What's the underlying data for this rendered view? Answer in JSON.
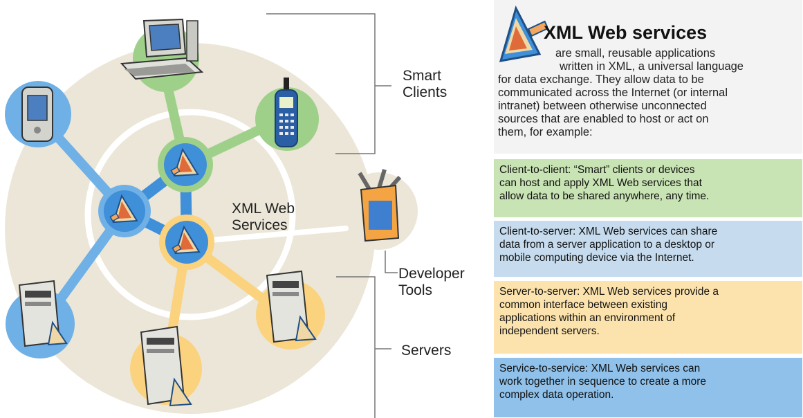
{
  "diagram": {
    "center_label_line1": "XML Web",
    "center_label_line2": "Services",
    "smart_clients_line1": "Smart",
    "smart_clients_line2": "Clients",
    "developer_tools_line1": "Developer",
    "developer_tools_line2": "Tools",
    "servers": "Servers",
    "colors": {
      "outer_ring": "#ebe6d7",
      "client_green": "#9fd08a",
      "client_blue": "#6fb0e6",
      "server_yellow": "#fbd27e",
      "hub_blue": "#3f8fd9"
    },
    "icons": [
      "desktop-computer-icon",
      "pda-icon",
      "mobile-phone-icon",
      "developer-tools-box-icon",
      "server-tower-icon",
      "xml-web-service-icon"
    ]
  },
  "panel": {
    "title": "XML Web services",
    "intro_lines": [
      "are small, reusable applications",
      "written in XML, a universal language",
      "for data exchange. They allow data to be",
      "communicated across the Internet (or internal",
      "intranet) between otherwise unconnected",
      "sources that are enabled to host or act on",
      "them, for example:"
    ],
    "client_to_client": [
      "Client-to-client:  “Smart” clients or devices",
      "can host and apply XML Web services that",
      "allow data to be shared anywhere, any time."
    ],
    "client_to_server": [
      "Client-to-server:  XML Web services can share",
      "data from a server application to a desktop or",
      "mobile computing device via the Internet."
    ],
    "server_to_server": [
      "Server-to-server:  XML Web services provide a",
      "common interface between existing",
      "applications within an environment of",
      "independent servers."
    ],
    "service_to_service": [
      "Service-to-service: XML Web services can",
      "work together in sequence to create a more",
      "complex data operation."
    ],
    "box_colors": {
      "green": "#c9e4b4",
      "blue": "#c6dcee",
      "yellow": "#fce3ad",
      "steel": "#8fc1ea"
    }
  }
}
